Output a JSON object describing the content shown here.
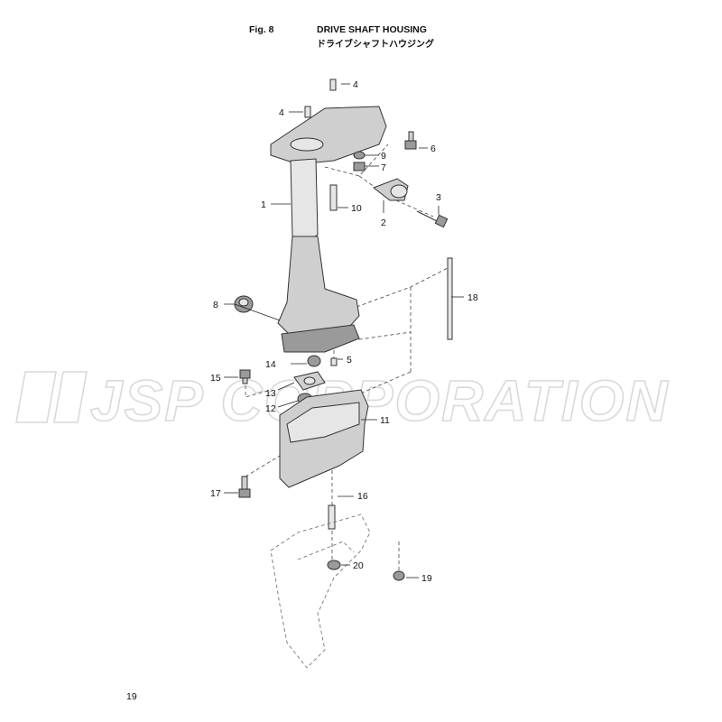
{
  "header": {
    "fig_label": "Fig. 8",
    "title_en": "DRIVE SHAFT HOUSING",
    "title_jp": "ドライブシャフトハウジング"
  },
  "page_number": "19",
  "watermark": "JSP CORPORATION",
  "callouts": [
    "1",
    "2",
    "3",
    "4",
    "4",
    "5",
    "6",
    "7",
    "8",
    "9",
    "10",
    "11",
    "12",
    "13",
    "14",
    "15",
    "16",
    "17",
    "18",
    "19",
    "20"
  ]
}
